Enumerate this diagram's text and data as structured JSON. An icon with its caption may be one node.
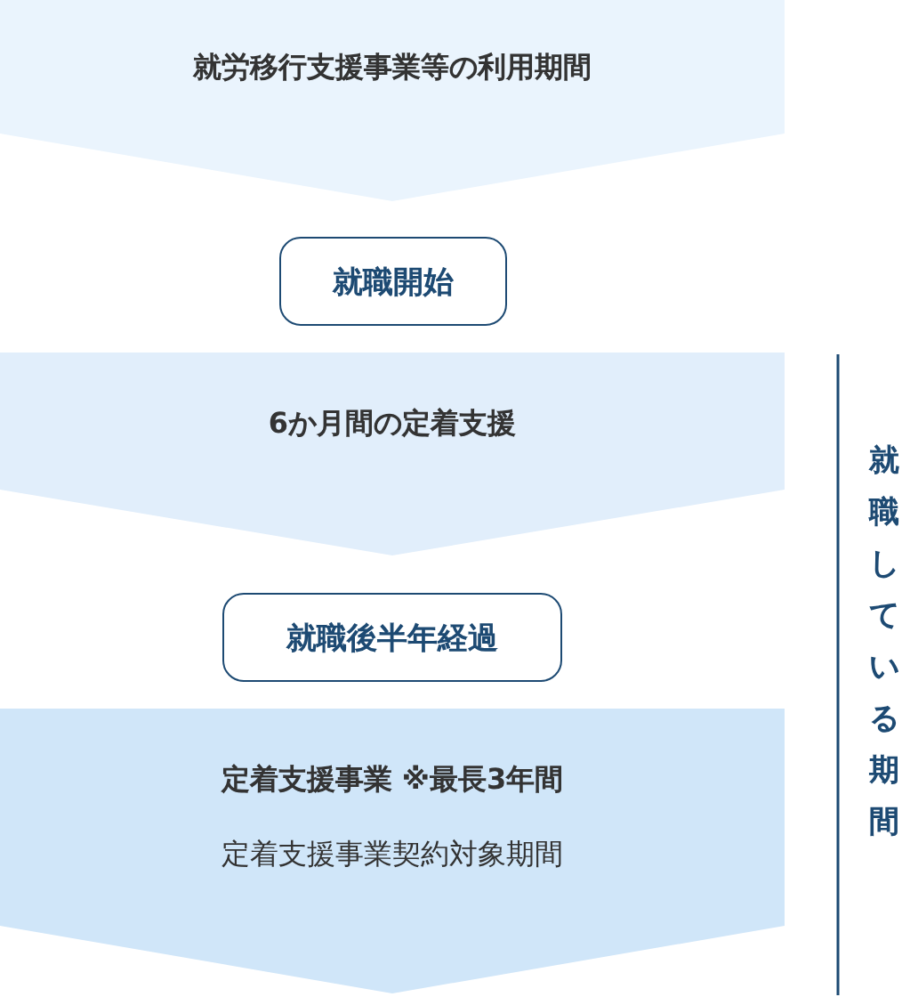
{
  "diagram": {
    "nodes": [
      {
        "text": [
          "就労移行支援事業等の利用期間"
        ]
      },
      {
        "text": [
          "就職開始"
        ]
      },
      {
        "text": [
          "6か月間の定着支援"
        ]
      },
      {
        "text": [
          "就職後半年経過"
        ]
      },
      {
        "text": [
          "定着支援事業 ※最長3年間",
          "定着支援事業契約対象期間"
        ]
      }
    ],
    "labels": [
      "就職している期間"
    ]
  }
}
